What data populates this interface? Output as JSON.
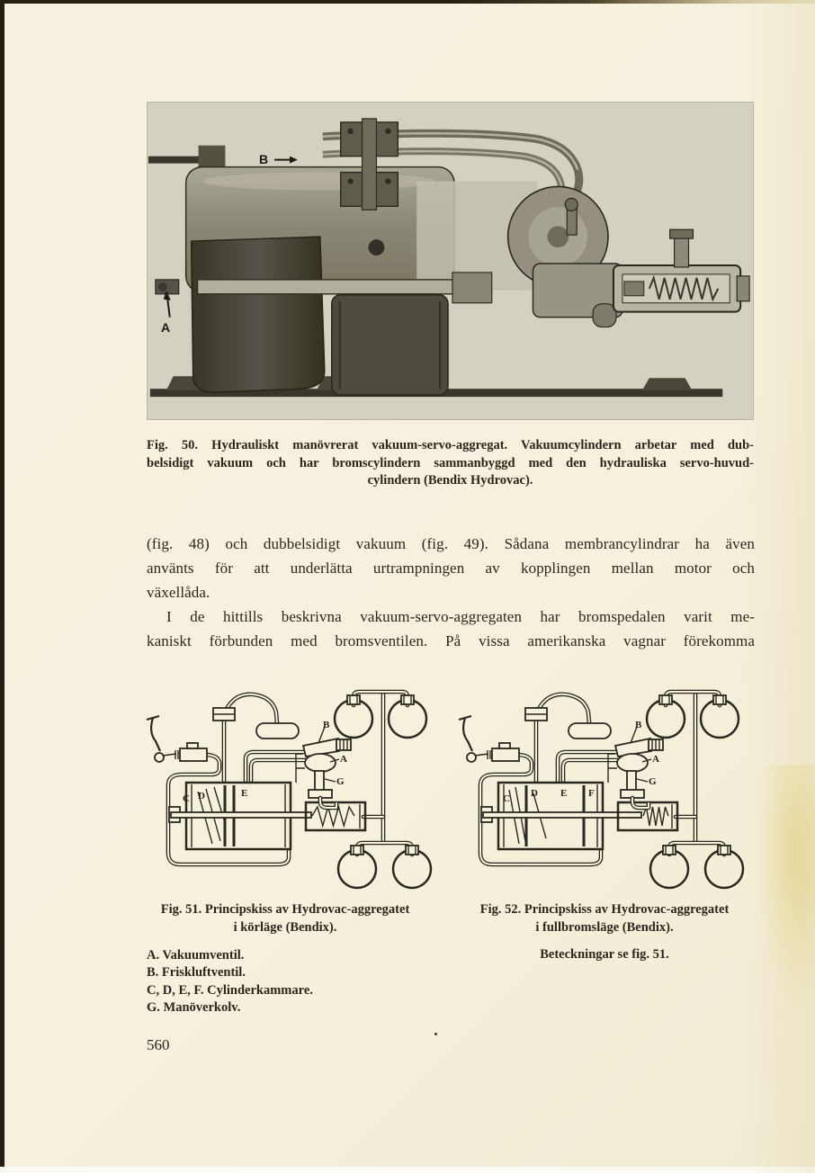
{
  "page": {
    "number": "560"
  },
  "colors": {
    "paper": "#f6f1dd",
    "ink": "#2b261d",
    "photo_bg": "#d5d1c2"
  },
  "fig50": {
    "photo_label_a": "A",
    "photo_label_b": "B",
    "caption_lines": [
      "Fig. 50. Hydrauliskt manövrerat vakuum-servo-aggregat. Vakuumcylindern arbetar med dub-",
      "belsidigt vakuum och har bromscylindern sammanbyggd med den hydrauliska servo-huvud-",
      "cylindern (Bendix Hydrovac)."
    ]
  },
  "body_text": {
    "para1_lines": [
      "(fig. 48) och dubbelsidigt vakuum (fig. 49). Sådana membrancylindrar ha även",
      "använts för att underlätta urtrampningen av kopplingen mellan motor och",
      "växellåda."
    ],
    "para2_lines": [
      "I de hittills beskrivna vakuum-servo-aggregaten har bromspedalen varit me-",
      "kaniskt förbunden med bromsventilen. På vissa amerikanska vagnar förekomma"
    ]
  },
  "fig51": {
    "caption_lines": [
      "Fig. 51. Principskiss av Hydrovac-aggregatet",
      "i körläge (Bendix)."
    ],
    "labels": {
      "A": "A",
      "B": "B",
      "C": "C",
      "D": "D",
      "E": "E",
      "G": "G"
    }
  },
  "fig52": {
    "caption_lines": [
      "Fig. 52. Principskiss av Hydrovac-aggregatet",
      "i fullbromsläge (Bendix)."
    ],
    "note": "Beteckningar se fig. 51.",
    "labels": {
      "A": "A",
      "B": "B",
      "C": "C",
      "D": "D",
      "E": "E",
      "F": "F",
      "G": "G"
    }
  },
  "legend": {
    "items": [
      "A. Vakuumventil.",
      "B. Friskluftventil.",
      "C, D, E, F. Cylinderkammare.",
      "G. Manöverkolv."
    ]
  }
}
